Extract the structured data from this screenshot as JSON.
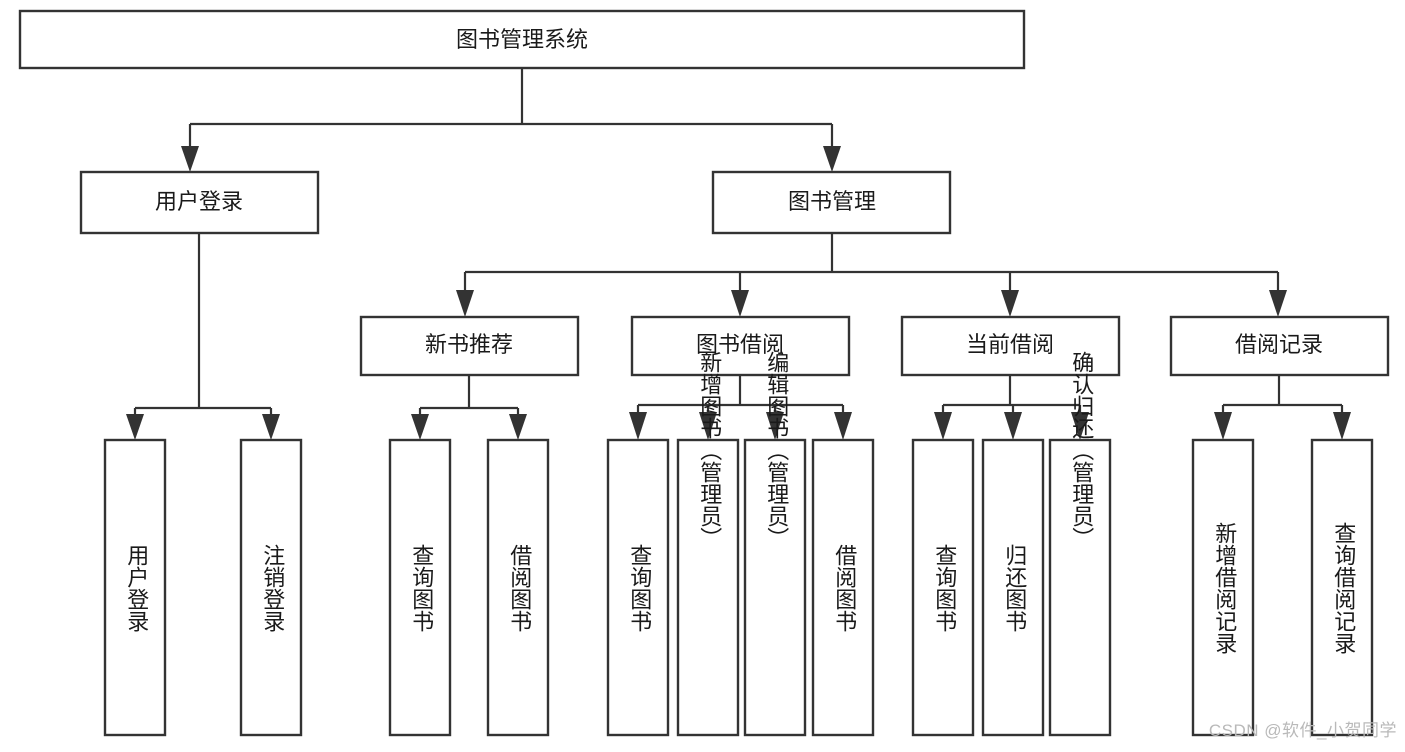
{
  "diagram": {
    "type": "hierarchy-tree",
    "title": "图书管理系统",
    "watermark": "CSDN @软件_小贺同学",
    "colors": {
      "box_stroke": "#333333",
      "box_fill": "#ffffff",
      "text": "#1a1a1a",
      "connector": "#333333",
      "watermark": "#b9b9b9",
      "background": "#ffffff"
    },
    "root": {
      "label": "图书管理系统",
      "level": 1
    },
    "level2": [
      {
        "label": "用户登录"
      },
      {
        "label": "图书管理"
      }
    ],
    "level3": [
      {
        "label": "新书推荐"
      },
      {
        "label": "图书借阅"
      },
      {
        "label": "当前借阅"
      },
      {
        "label": "借阅记录"
      }
    ],
    "leaves": {
      "user_login": [
        {
          "label": "用户登录"
        },
        {
          "label": "注销登录"
        }
      ],
      "new_book_recommend": [
        {
          "label": "查询图书"
        },
        {
          "label": "借阅图书"
        }
      ],
      "book_borrow": [
        {
          "label": "查询图书"
        },
        {
          "label": "新增图书（管理员）"
        },
        {
          "label": "编辑图书（管理员）"
        },
        {
          "label": "借阅图书"
        }
      ],
      "current_borrow": [
        {
          "label": "查询图书"
        },
        {
          "label": "归还图书"
        },
        {
          "label": "确认归还（管理员）"
        }
      ],
      "borrow_record": [
        {
          "label": "新增借阅记录"
        },
        {
          "label": "查询借阅记录"
        }
      ]
    }
  }
}
